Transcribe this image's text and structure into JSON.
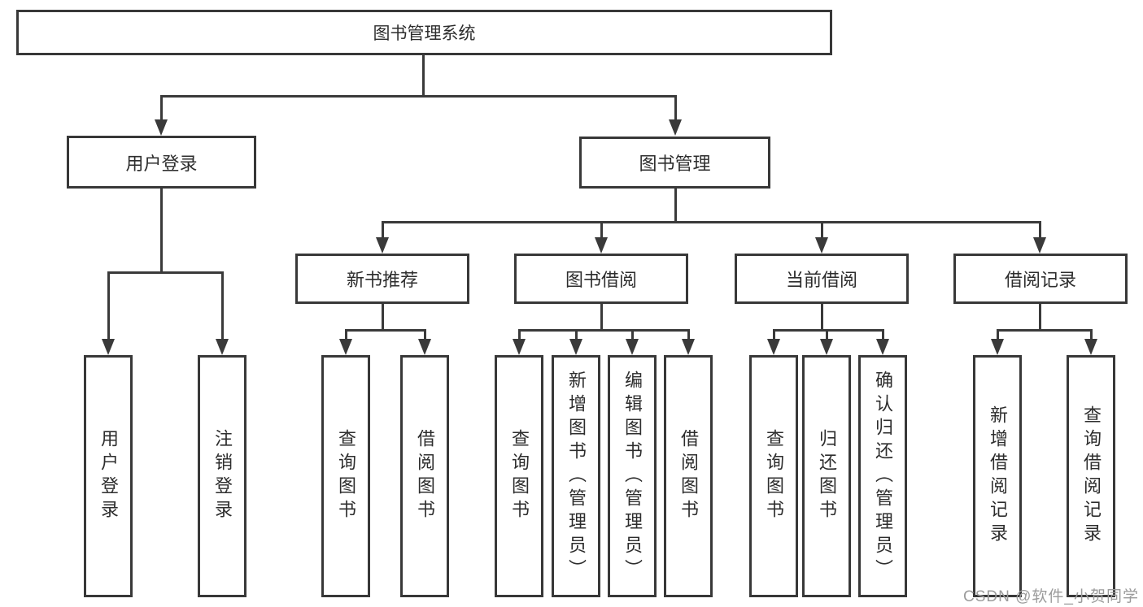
{
  "root": {
    "label": "图书管理系统"
  },
  "branches": [
    {
      "label": "用户登录",
      "children": [
        {
          "label": "用户登录"
        },
        {
          "label": "注销登录"
        }
      ]
    },
    {
      "label": "图书管理",
      "children": [
        {
          "label": "新书推荐",
          "children": [
            {
              "label": "查询图书"
            },
            {
              "label": "借阅图书"
            }
          ]
        },
        {
          "label": "图书借阅",
          "children": [
            {
              "label": "查询图书"
            },
            {
              "label": "新增图书（管理员）"
            },
            {
              "label": "编辑图书（管理员）"
            },
            {
              "label": "借阅图书"
            }
          ]
        },
        {
          "label": "当前借阅",
          "children": [
            {
              "label": "查询图书"
            },
            {
              "label": "归还图书"
            },
            {
              "label": "确认归还（管理员）"
            }
          ]
        },
        {
          "label": "借阅记录",
          "children": [
            {
              "label": "新增借阅记录"
            },
            {
              "label": "查询借阅记录"
            }
          ]
        }
      ]
    }
  ],
  "watermark": {
    "text": "CSDN @软件_小贺同学"
  },
  "colors": {
    "line": "#3a3a3a",
    "border": "#383838",
    "text": "#2d2d2d",
    "watermark": "#9b9b9b",
    "background": "#ffffff"
  }
}
